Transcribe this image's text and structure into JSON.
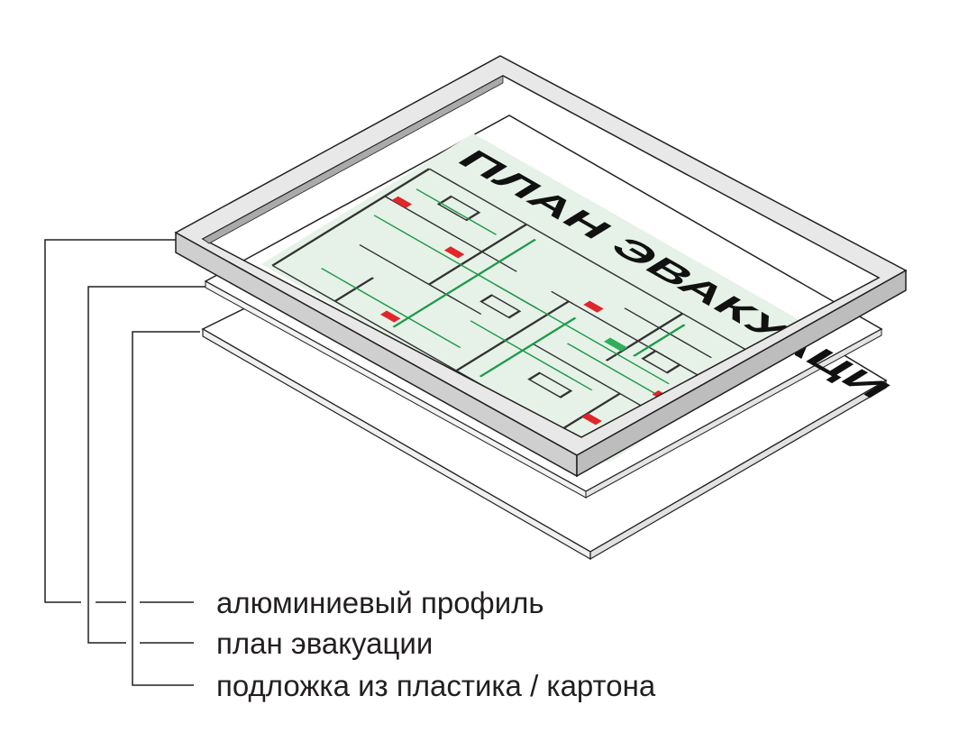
{
  "plan_title": "ПЛАН ЭВАКУАЦИ",
  "labels": [
    "алюминиевый профиль",
    "план эвакуации",
    "подложка из пластика / картона"
  ],
  "colors": {
    "frame": "#d4d4d4",
    "plan_background": "#e6f2e8",
    "arrows": "#1f9a4a",
    "fire_signs": "#e0262b",
    "exit_sign": "#2fae5b"
  }
}
